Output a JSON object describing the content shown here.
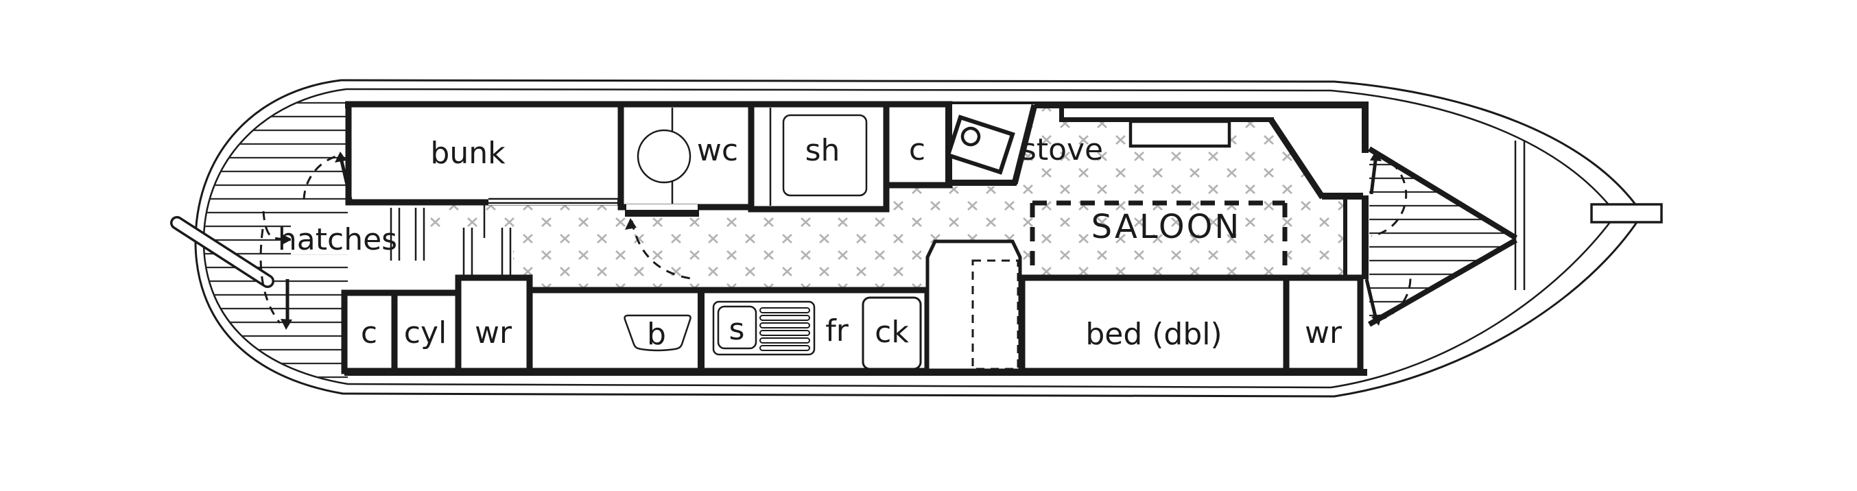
{
  "diagram": {
    "kind": "narrowboat floor plan",
    "orientation": "stern at left (tiller), bow at right (fender)"
  },
  "colors": {
    "line": "#1a1a1a",
    "hatch_mark": "#b3b3b3",
    "background": "#ffffff"
  },
  "labels": {
    "bunk": "bunk",
    "hatches": "hatches",
    "wc": "wc",
    "shower": "sh",
    "cupboard_top": "c",
    "stove": "stove",
    "saloon": "SALOON",
    "cupboard_bottom": "c",
    "cylinder": "cyl",
    "wardrobe_left": "wr",
    "basin": "b",
    "sink": "s",
    "fridge": "fr",
    "cooker": "ck",
    "bed": "bed (dbl)",
    "wardrobe_right": "wr"
  },
  "fixtures": [
    "tiller",
    "stern-deck-planking",
    "entry-steps",
    "toilet-bowl",
    "shower-tray",
    "stove-burner",
    "side-bench",
    "saloon-dashed-zone",
    "wash-basin",
    "sink-with-drainer",
    "cooker-hob",
    "dinette-seat",
    "folding-table-dashed",
    "bow-deck-planking",
    "bow-bulkhead",
    "bow-fender",
    "door-swing-arcs"
  ]
}
